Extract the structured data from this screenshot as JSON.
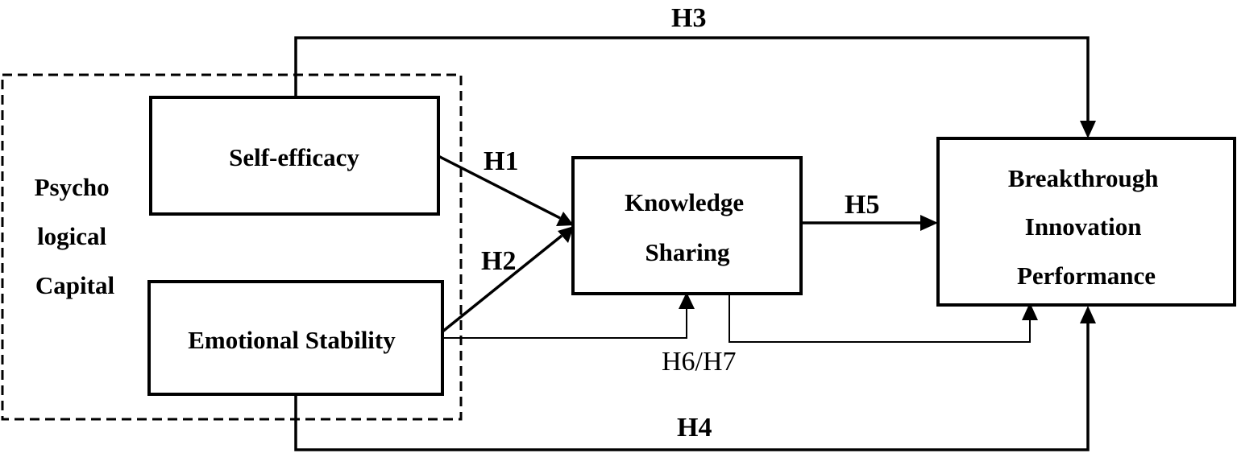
{
  "group": {
    "label_lines": [
      "Psycho",
      "logical",
      "Capital"
    ]
  },
  "nodes": {
    "self_efficacy": {
      "label_lines": [
        "Self-efficacy"
      ]
    },
    "emotional_stability": {
      "label_lines": [
        "Emotional Stability"
      ]
    },
    "knowledge_sharing": {
      "label_lines": [
        "Knowledge",
        "Sharing"
      ]
    },
    "breakthrough": {
      "label_lines": [
        "Breakthrough",
        "Innovation",
        "Performance"
      ]
    }
  },
  "hypotheses": {
    "h1": "H1",
    "h2": "H2",
    "h3": "H3",
    "h4": "H4",
    "h5": "H5",
    "h6_h7": "H6/H7"
  }
}
